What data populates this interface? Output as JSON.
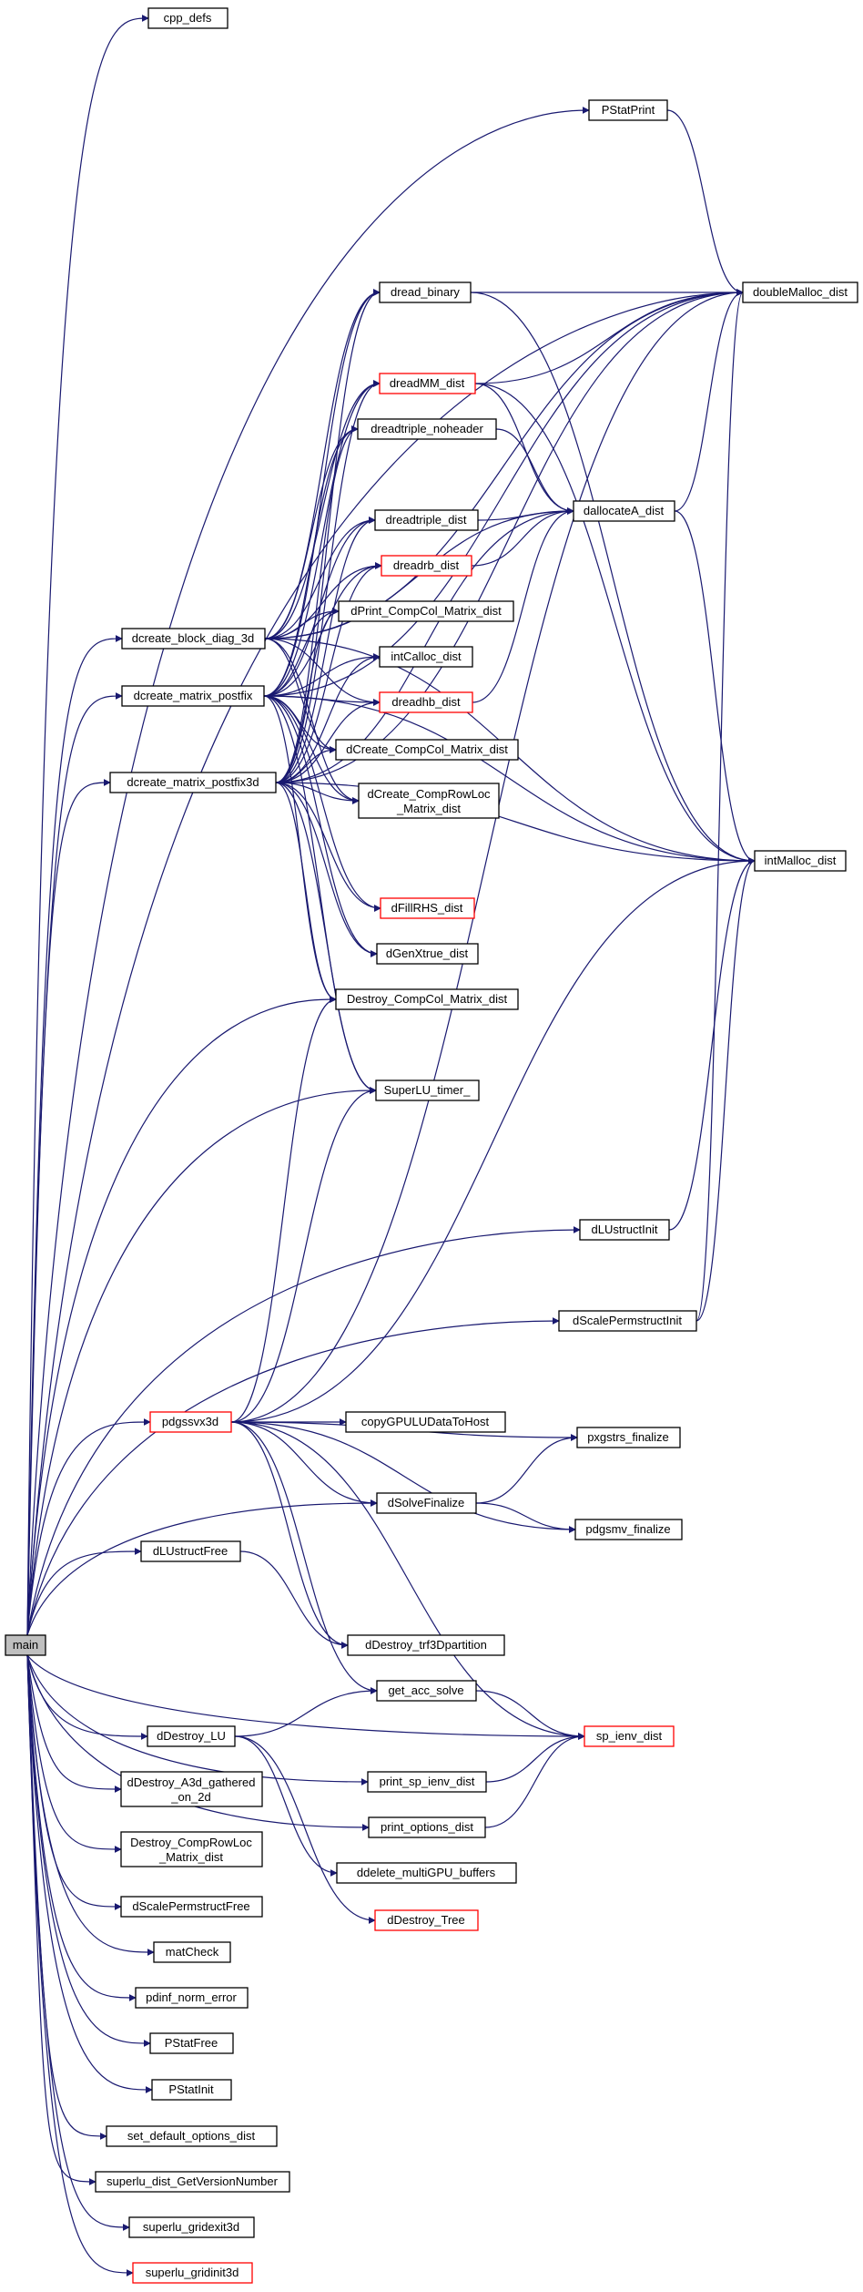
{
  "graph": {
    "edge_color": "#191970",
    "node_border_color": "#000000",
    "highlight_border_color": "#ff0000",
    "root_fill_color": "#bfbfbf",
    "nodes": {
      "main": {
        "label": "main"
      },
      "cpp_defs": {
        "label": "cpp_defs"
      },
      "PStatPrint": {
        "label": "PStatPrint"
      },
      "doubleMalloc_dist": {
        "label": "doubleMalloc_dist"
      },
      "dread_binary": {
        "label": "dread_binary"
      },
      "dreadMM_dist": {
        "label": "dreadMM_dist"
      },
      "dreadtriple_noheader": {
        "label": "dreadtriple_noheader"
      },
      "dreadtriple_dist": {
        "label": "dreadtriple_dist"
      },
      "dallocateA_dist": {
        "label": "dallocateA_dist"
      },
      "dreadrb_dist": {
        "label": "dreadrb_dist"
      },
      "dPrint_CompCol_Matrix_dist": {
        "label": "dPrint_CompCol_Matrix_dist"
      },
      "intCalloc_dist": {
        "label": "intCalloc_dist"
      },
      "dreadhb_dist": {
        "label": "dreadhb_dist"
      },
      "dCreate_CompCol_Matrix_dist": {
        "label": "dCreate_CompCol_Matrix_dist"
      },
      "dCreate_CompRowLoc_Matrix_dist": {
        "line1": "dCreate_CompRowLoc",
        "line2": "_Matrix_dist"
      },
      "intMalloc_dist": {
        "label": "intMalloc_dist"
      },
      "dFillRHS_dist": {
        "label": "dFillRHS_dist"
      },
      "dGenXtrue_dist": {
        "label": "dGenXtrue_dist"
      },
      "Destroy_CompCol_Matrix_dist": {
        "label": "Destroy_CompCol_Matrix_dist"
      },
      "SuperLU_timer_": {
        "label": "SuperLU_timer_"
      },
      "dcreate_block_diag_3d": {
        "label": "dcreate_block_diag_3d"
      },
      "dcreate_matrix_postfix": {
        "label": "dcreate_matrix_postfix"
      },
      "dcreate_matrix_postfix3d": {
        "label": "dcreate_matrix_postfix3d"
      },
      "dLUstructInit": {
        "label": "dLUstructInit"
      },
      "dScalePermstructInit": {
        "label": "dScalePermstructInit"
      },
      "pdgssvx3d": {
        "label": "pdgssvx3d"
      },
      "copyGPULUDataToHost": {
        "label": "copyGPULUDataToHost"
      },
      "pxgstrs_finalize": {
        "label": "pxgstrs_finalize"
      },
      "dSolveFinalize": {
        "label": "dSolveFinalize"
      },
      "pdgsmv_finalize": {
        "label": "pdgsmv_finalize"
      },
      "dLUstructFree": {
        "label": "dLUstructFree"
      },
      "dDestroy_trf3Dpartition": {
        "label": "dDestroy_trf3Dpartition"
      },
      "get_acc_solve": {
        "label": "get_acc_solve"
      },
      "sp_ienv_dist": {
        "label": "sp_ienv_dist"
      },
      "dDestroy_LU": {
        "label": "dDestroy_LU"
      },
      "print_sp_ienv_dist": {
        "label": "print_sp_ienv_dist"
      },
      "dDestroy_A3d_gathered_on_2d": {
        "line1": "dDestroy_A3d_gathered",
        "line2": "_on_2d"
      },
      "print_options_dist": {
        "label": "print_options_dist"
      },
      "ddelete_multiGPU_buffers": {
        "label": "ddelete_multiGPU_buffers"
      },
      "Destroy_CompRowLoc_Matrix_dist": {
        "line1": "Destroy_CompRowLoc",
        "line2": "_Matrix_dist"
      },
      "dDestroy_Tree": {
        "label": "dDestroy_Tree"
      },
      "dScalePermstructFree": {
        "label": "dScalePermstructFree"
      },
      "matCheck": {
        "label": "matCheck"
      },
      "pdinf_norm_error": {
        "label": "pdinf_norm_error"
      },
      "PStatFree": {
        "label": "PStatFree"
      },
      "PStatInit": {
        "label": "PStatInit"
      },
      "set_default_options_dist": {
        "label": "set_default_options_dist"
      },
      "superlu_dist_GetVersionNumber": {
        "label": "superlu_dist_GetVersionNumber"
      },
      "superlu_gridexit3d": {
        "label": "superlu_gridexit3d"
      },
      "superlu_gridinit3d": {
        "label": "superlu_gridinit3d"
      }
    },
    "highlighted": [
      "dreadMM_dist",
      "dreadrb_dist",
      "dreadhb_dist",
      "dFillRHS_dist",
      "pdgssvx3d",
      "sp_ienv_dist",
      "dDestroy_Tree",
      "superlu_gridinit3d"
    ],
    "edges": [
      [
        "main",
        "cpp_defs"
      ],
      [
        "main",
        "PStatPrint"
      ],
      [
        "main",
        "doubleMalloc_dist"
      ],
      [
        "main",
        "dcreate_block_diag_3d"
      ],
      [
        "main",
        "dcreate_matrix_postfix"
      ],
      [
        "main",
        "dcreate_matrix_postfix3d"
      ],
      [
        "main",
        "SuperLU_timer_"
      ],
      [
        "main",
        "Destroy_CompCol_Matrix_dist"
      ],
      [
        "main",
        "dLUstructInit"
      ],
      [
        "main",
        "dScalePermstructInit"
      ],
      [
        "main",
        "pdgssvx3d"
      ],
      [
        "main",
        "dSolveFinalize"
      ],
      [
        "main",
        "dLUstructFree"
      ],
      [
        "main",
        "dDestroy_LU"
      ],
      [
        "main",
        "print_sp_ienv_dist"
      ],
      [
        "main",
        "print_options_dist"
      ],
      [
        "main",
        "sp_ienv_dist"
      ],
      [
        "main",
        "dDestroy_A3d_gathered_on_2d"
      ],
      [
        "main",
        "Destroy_CompRowLoc_Matrix_dist"
      ],
      [
        "main",
        "dScalePermstructFree"
      ],
      [
        "main",
        "matCheck"
      ],
      [
        "main",
        "pdinf_norm_error"
      ],
      [
        "main",
        "PStatFree"
      ],
      [
        "main",
        "PStatInit"
      ],
      [
        "main",
        "set_default_options_dist"
      ],
      [
        "main",
        "superlu_dist_GetVersionNumber"
      ],
      [
        "main",
        "superlu_gridexit3d"
      ],
      [
        "main",
        "superlu_gridinit3d"
      ],
      [
        "PStatPrint",
        "doubleMalloc_dist"
      ],
      [
        "dread_binary",
        "doubleMalloc_dist"
      ],
      [
        "dread_binary",
        "intMalloc_dist"
      ],
      [
        "dreadMM_dist",
        "doubleMalloc_dist"
      ],
      [
        "dreadMM_dist",
        "dallocateA_dist"
      ],
      [
        "dreadMM_dist",
        "intMalloc_dist"
      ],
      [
        "dreadtriple_noheader",
        "dallocateA_dist"
      ],
      [
        "dreadtriple_dist",
        "dallocateA_dist"
      ],
      [
        "dreadrb_dist",
        "dallocateA_dist"
      ],
      [
        "dreadhb_dist",
        "dallocateA_dist"
      ],
      [
        "dallocateA_dist",
        "doubleMalloc_dist"
      ],
      [
        "dallocateA_dist",
        "intMalloc_dist"
      ],
      [
        "dcreate_block_diag_3d",
        "doubleMalloc_dist"
      ],
      [
        "dcreate_block_diag_3d",
        "dread_binary"
      ],
      [
        "dcreate_block_diag_3d",
        "dreadMM_dist"
      ],
      [
        "dcreate_block_diag_3d",
        "dreadtriple_noheader"
      ],
      [
        "dcreate_block_diag_3d",
        "dreadtriple_dist"
      ],
      [
        "dcreate_block_diag_3d",
        "dreadrb_dist"
      ],
      [
        "dcreate_block_diag_3d",
        "dPrint_CompCol_Matrix_dist"
      ],
      [
        "dcreate_block_diag_3d",
        "dreadhb_dist"
      ],
      [
        "dcreate_block_diag_3d",
        "dCreate_CompCol_Matrix_dist"
      ],
      [
        "dcreate_block_diag_3d",
        "dCreate_CompRowLoc_Matrix_dist"
      ],
      [
        "dcreate_block_diag_3d",
        "intMalloc_dist"
      ],
      [
        "dcreate_block_diag_3d",
        "dallocateA_dist"
      ],
      [
        "dcreate_matrix_postfix",
        "doubleMalloc_dist"
      ],
      [
        "dcreate_matrix_postfix",
        "dread_binary"
      ],
      [
        "dcreate_matrix_postfix",
        "dreadMM_dist"
      ],
      [
        "dcreate_matrix_postfix",
        "dreadtriple_noheader"
      ],
      [
        "dcreate_matrix_postfix",
        "dreadtriple_dist"
      ],
      [
        "dcreate_matrix_postfix",
        "dreadrb_dist"
      ],
      [
        "dcreate_matrix_postfix",
        "dPrint_CompCol_Matrix_dist"
      ],
      [
        "dcreate_matrix_postfix",
        "intCalloc_dist"
      ],
      [
        "dcreate_matrix_postfix",
        "dreadhb_dist"
      ],
      [
        "dcreate_matrix_postfix",
        "dCreate_CompCol_Matrix_dist"
      ],
      [
        "dcreate_matrix_postfix",
        "dCreate_CompRowLoc_Matrix_dist"
      ],
      [
        "dcreate_matrix_postfix",
        "dFillRHS_dist"
      ],
      [
        "dcreate_matrix_postfix",
        "dGenXtrue_dist"
      ],
      [
        "dcreate_matrix_postfix",
        "Destroy_CompCol_Matrix_dist"
      ],
      [
        "dcreate_matrix_postfix",
        "SuperLU_timer_"
      ],
      [
        "dcreate_matrix_postfix",
        "intMalloc_dist"
      ],
      [
        "dcreate_matrix_postfix3d",
        "dread_binary"
      ],
      [
        "dcreate_matrix_postfix3d",
        "dreadMM_dist"
      ],
      [
        "dcreate_matrix_postfix3d",
        "dreadtriple_noheader"
      ],
      [
        "dcreate_matrix_postfix3d",
        "dreadtriple_dist"
      ],
      [
        "dcreate_matrix_postfix3d",
        "dreadrb_dist"
      ],
      [
        "dcreate_matrix_postfix3d",
        "dPrint_CompCol_Matrix_dist"
      ],
      [
        "dcreate_matrix_postfix3d",
        "intCalloc_dist"
      ],
      [
        "dcreate_matrix_postfix3d",
        "dreadhb_dist"
      ],
      [
        "dcreate_matrix_postfix3d",
        "dCreate_CompCol_Matrix_dist"
      ],
      [
        "dcreate_matrix_postfix3d",
        "dCreate_CompRowLoc_Matrix_dist"
      ],
      [
        "dcreate_matrix_postfix3d",
        "dFillRHS_dist"
      ],
      [
        "dcreate_matrix_postfix3d",
        "dGenXtrue_dist"
      ],
      [
        "dcreate_matrix_postfix3d",
        "Destroy_CompCol_Matrix_dist"
      ],
      [
        "dcreate_matrix_postfix3d",
        "SuperLU_timer_"
      ],
      [
        "dcreate_matrix_postfix3d",
        "intMalloc_dist"
      ],
      [
        "dcreate_matrix_postfix3d",
        "dallocateA_dist"
      ],
      [
        "dcreate_matrix_postfix3d",
        "doubleMalloc_dist"
      ],
      [
        "dLUstructInit",
        "intMalloc_dist"
      ],
      [
        "dScalePermstructInit",
        "doubleMalloc_dist"
      ],
      [
        "dScalePermstructInit",
        "intMalloc_dist"
      ],
      [
        "pdgssvx3d",
        "doubleMalloc_dist"
      ],
      [
        "pdgssvx3d",
        "intMalloc_dist"
      ],
      [
        "pdgssvx3d",
        "SuperLU_timer_"
      ],
      [
        "pdgssvx3d",
        "Destroy_CompCol_Matrix_dist"
      ],
      [
        "pdgssvx3d",
        "copyGPULUDataToHost"
      ],
      [
        "pdgssvx3d",
        "pxgstrs_finalize"
      ],
      [
        "pdgssvx3d",
        "dSolveFinalize"
      ],
      [
        "pdgssvx3d",
        "pdgsmv_finalize"
      ],
      [
        "pdgssvx3d",
        "dDestroy_trf3Dpartition"
      ],
      [
        "pdgssvx3d",
        "get_acc_solve"
      ],
      [
        "pdgssvx3d",
        "sp_ienv_dist"
      ],
      [
        "dSolveFinalize",
        "pxgstrs_finalize"
      ],
      [
        "dSolveFinalize",
        "pdgsmv_finalize"
      ],
      [
        "dLUstructFree",
        "dDestroy_trf3Dpartition"
      ],
      [
        "get_acc_solve",
        "sp_ienv_dist"
      ],
      [
        "dDestroy_LU",
        "get_acc_solve"
      ],
      [
        "dDestroy_LU",
        "ddelete_multiGPU_buffers"
      ],
      [
        "dDestroy_LU",
        "dDestroy_Tree"
      ],
      [
        "print_sp_ienv_dist",
        "sp_ienv_dist"
      ],
      [
        "print_options_dist",
        "sp_ienv_dist"
      ]
    ]
  }
}
